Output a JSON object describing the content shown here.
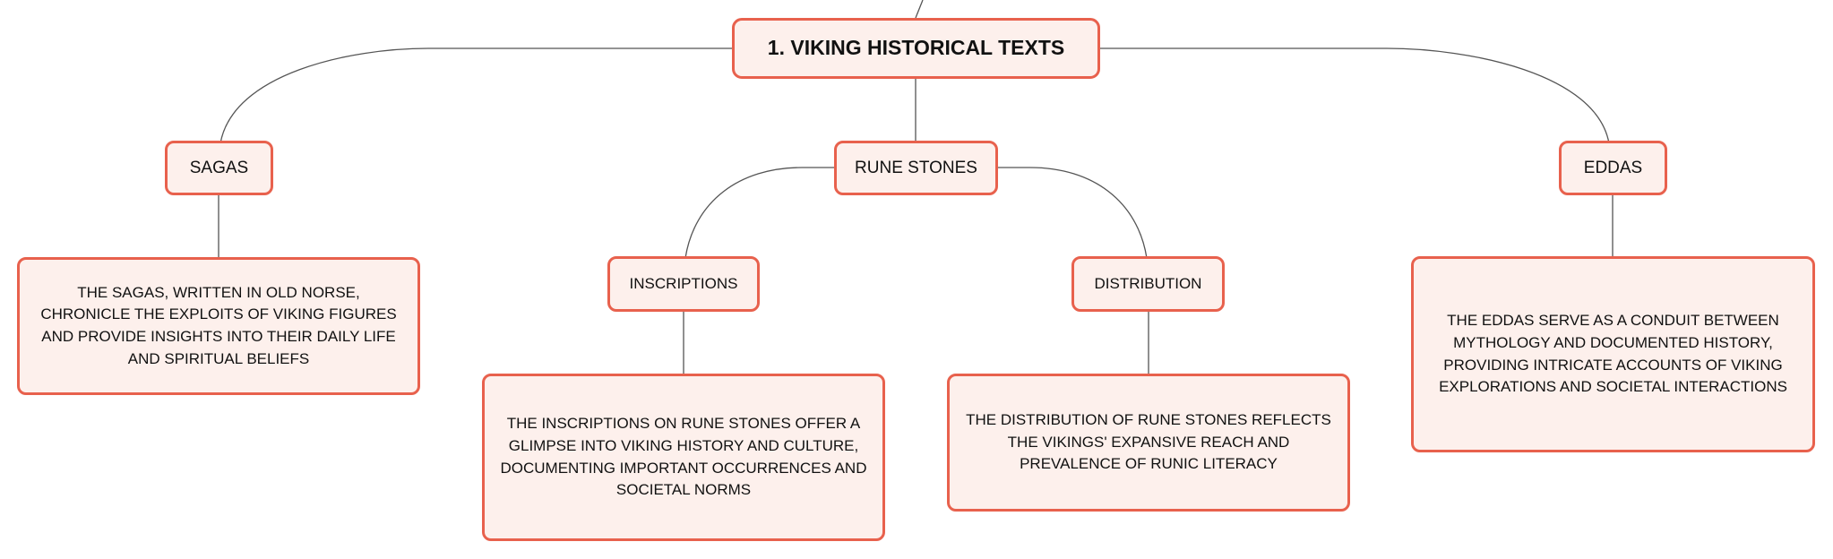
{
  "diagram": {
    "root": {
      "label": "1. VIKING HISTORICAL TEXTS"
    },
    "topics": [
      {
        "label": "SAGAS",
        "detail": "THE SAGAS, WRITTEN IN OLD NORSE, CHRONICLE THE EXPLOITS OF VIKING FIGURES AND PROVIDE INSIGHTS INTO THEIR DAILY LIFE AND SPIRITUAL BELIEFS"
      },
      {
        "label": "RUNE STONES",
        "children": [
          {
            "label": "INSCRIPTIONS",
            "detail": "THE INSCRIPTIONS ON RUNE STONES OFFER A GLIMPSE INTO VIKING HISTORY AND CULTURE, DOCUMENTING IMPORTANT OCCURRENCES AND SOCIETAL NORMS"
          },
          {
            "label": "DISTRIBUTION",
            "detail": "THE DISTRIBUTION OF RUNE STONES REFLECTS THE VIKINGS' EXPANSIVE REACH AND PREVALENCE OF RUNIC LITERACY"
          }
        ]
      },
      {
        "label": "EDDAS",
        "detail": "THE EDDAS SERVE AS A CONDUIT BETWEEN MYTHOLOGY AND DOCUMENTED HISTORY, PROVIDING INTRICATE ACCOUNTS OF VIKING EXPLORATIONS AND SOCIETAL INTERACTIONS"
      }
    ],
    "colors": {
      "node_border": "#e8614d",
      "node_fill": "#fdf0ec",
      "connector": "#555555",
      "text": "#111111"
    }
  }
}
